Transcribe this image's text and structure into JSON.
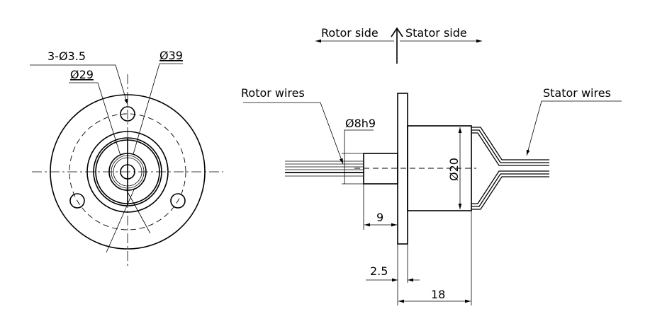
{
  "labels": {
    "rotor_side": "Rotor side",
    "stator_side": "Stator side",
    "rotor_wires": "Rotor wires",
    "stator_wires": "Stator wires"
  },
  "dimensions": {
    "holes": "3-Ø3.5",
    "d39": "Ø39",
    "d29": "Ø29",
    "shaft": "Ø8h9",
    "body": "Ø20",
    "shaft_len": "9",
    "flange_thk": "2.5",
    "total_len": "18"
  }
}
